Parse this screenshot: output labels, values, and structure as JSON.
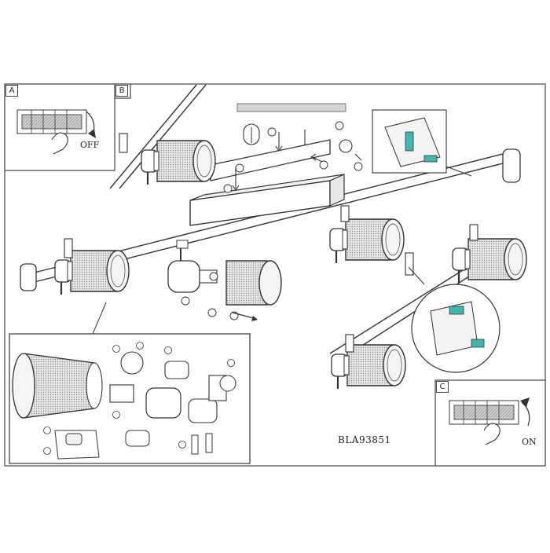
{
  "panels": {
    "a": {
      "label": "A",
      "switch_text": "OFF"
    },
    "b": {
      "label": "B"
    },
    "c": {
      "label": "C",
      "switch_text": "ON"
    }
  },
  "model_number": "BLA93851",
  "colors": {
    "line": "#333333",
    "accent": "#3fb8b0",
    "shade": "#bdbdbd"
  }
}
